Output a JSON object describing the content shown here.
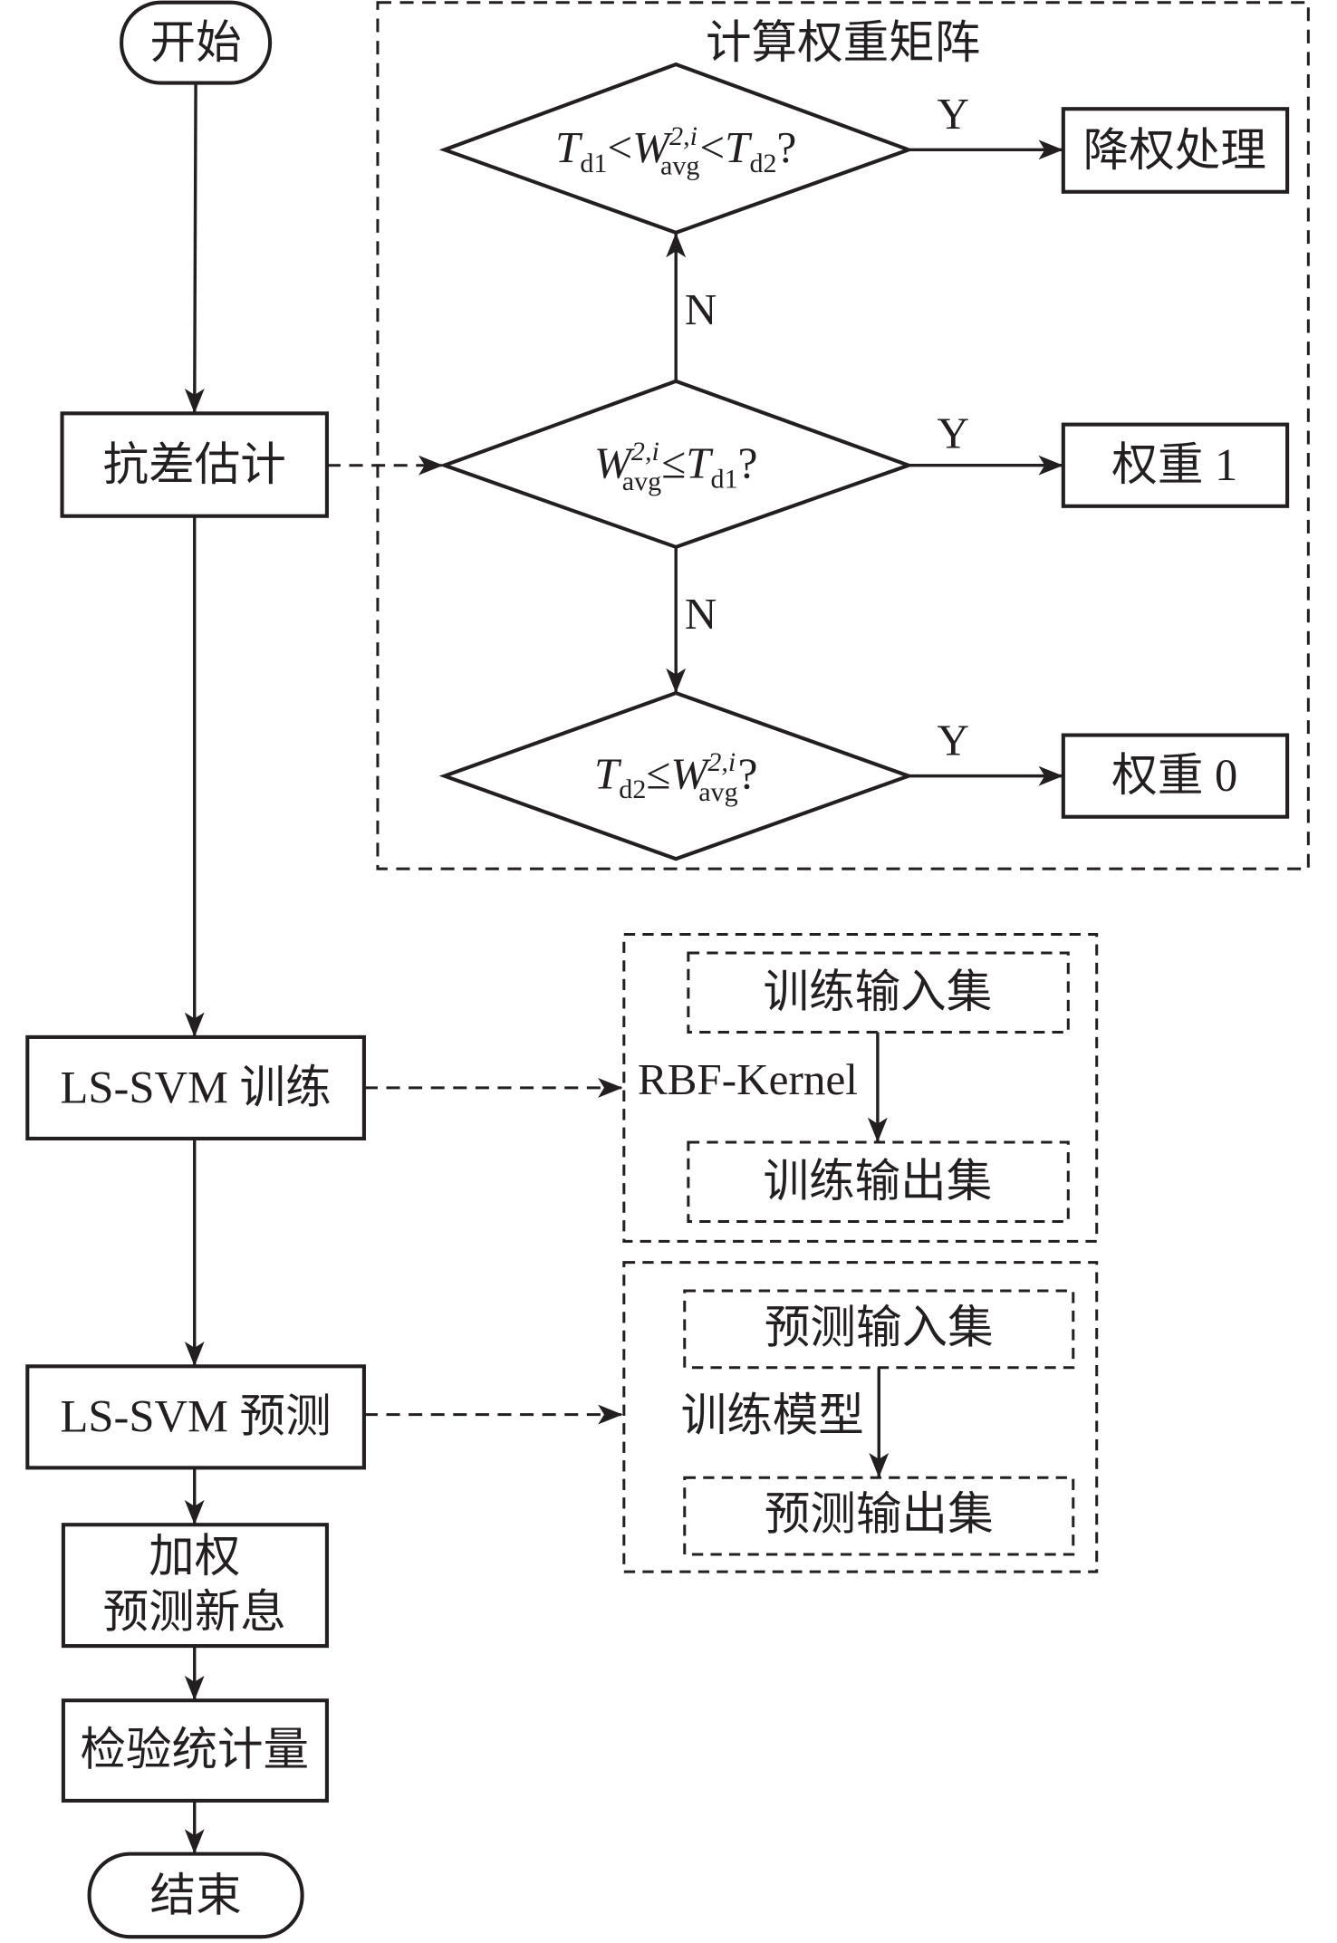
{
  "diagram": {
    "main_flow": {
      "start": "开始",
      "robust_estimation": "抗差估计",
      "lssvm_train": "LS-SVM 训练",
      "lssvm_predict": "LS-SVM 预测",
      "weighted_innovation_line1": "加权",
      "weighted_innovation_line2": "预测新息",
      "test_statistic": "检验统计量",
      "end": "结束"
    },
    "weight_matrix": {
      "title": "计算权重矩阵",
      "decision_1": {
        "T": "T",
        "sub_a": "d1",
        "lt1": "<",
        "W": "W",
        "sup": "2,i",
        "sub_w": "avg",
        "lt2": "<",
        "T2": "T",
        "sub_b": "d2",
        "q": "?"
      },
      "decision_2": {
        "W": "W",
        "sup": "2,i",
        "sub_w": "avg",
        "op": "≤",
        "T": "T",
        "sub": "d1",
        "q": "?"
      },
      "decision_3": {
        "T": "T",
        "sub": "d2",
        "op": "≤",
        "W": "W",
        "sup": "2,i",
        "sub_w": "avg",
        "q": "?"
      },
      "outcome_downweight": "降权处理",
      "outcome_weight1": "权重 1",
      "outcome_weight0": "权重 0",
      "yes_label": "Y",
      "no_label": "N"
    },
    "training_panel": {
      "input": "训练输入集",
      "kernel": "RBF-Kernel",
      "output": "训练输出集"
    },
    "prediction_panel": {
      "input": "预测输入集",
      "model": "训练模型",
      "output": "预测输出集"
    }
  }
}
